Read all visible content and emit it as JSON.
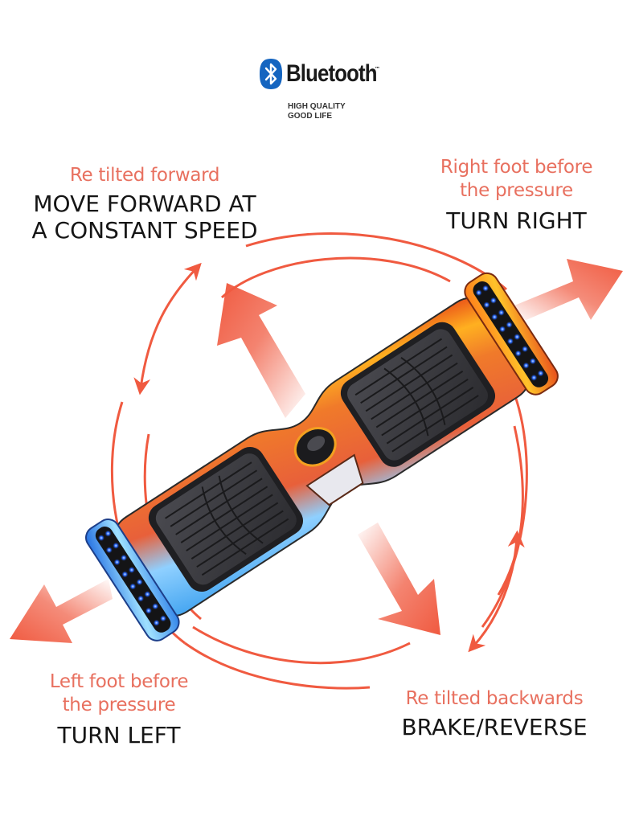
{
  "brand": {
    "logo_icon": "bluetooth-icon",
    "name": "Bluetooth",
    "trademark": "™",
    "tagline_line1": "HIGH QUALITY",
    "tagline_line2": "GOOD LIFE",
    "logo_color": "#1565c0"
  },
  "controls": {
    "forward": {
      "subtitle": "Re tilted forward",
      "action_line1": "MOVE FORWARD AT",
      "action_line2": "A CONSTANT SPEED"
    },
    "right": {
      "subtitle_line1": "Right foot before",
      "subtitle_line2": "the pressure",
      "action": "TURN RIGHT"
    },
    "left": {
      "subtitle_line1": "Left foot before",
      "subtitle_line2": "the pressure",
      "action": "TURN LEFT"
    },
    "backward": {
      "subtitle": "Re tilted backwards",
      "action": "BRAKE/REVERSE"
    }
  },
  "colors": {
    "accent": "#f05a40",
    "subtitle": "#e8705f",
    "heading": "#151515",
    "led": "#2a6cff",
    "pad": "#3a3a3e"
  },
  "product": {
    "name": "hoverboard",
    "left_wheel_leds": 16,
    "right_wheel_leds": 16
  }
}
